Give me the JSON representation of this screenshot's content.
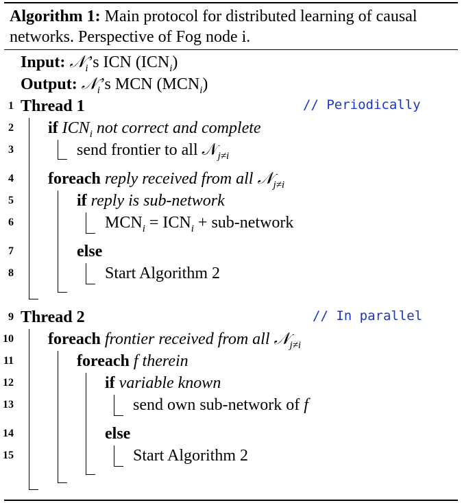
{
  "caption": {
    "label": "Algorithm 1:",
    "text": "Main protocol for distributed learning of causal networks. Perspective of Fog node i."
  },
  "io": {
    "input_kw": "Input:",
    "input_text": "𝒩",
    "input_sub": "i",
    "input_rest": "’s ICN (ICN",
    "input_sub2": "i",
    "input_close": ")",
    "output_kw": "Output:",
    "output_text": "𝒩",
    "output_sub": "i",
    "output_rest": "’s MCN (MCN",
    "output_sub2": "i",
    "output_close": ")"
  },
  "lines": {
    "l1": {
      "num": "1",
      "kw": "Thread 1",
      "comment": "// Periodically"
    },
    "l2": {
      "num": "2",
      "kw": "if",
      "cond": "ICN",
      "sub": "i",
      "rest": " not correct and complete"
    },
    "l3": {
      "num": "3",
      "text": "send frontier to all 𝒩",
      "sub": "j≠i"
    },
    "l4": {
      "num": "4",
      "kw": "foreach",
      "cond": "reply received from all 𝒩",
      "sub": "j≠i"
    },
    "l5": {
      "num": "5",
      "kw": "if",
      "cond": "reply is sub-network"
    },
    "l6": {
      "num": "6",
      "a": "MCN",
      "a_sub": "i",
      "mid": " = ICN",
      "b_sub": "i",
      "rest": " + sub-network"
    },
    "l7": {
      "num": "7",
      "kw": "else"
    },
    "l8": {
      "num": "8",
      "text": "Start Algorithm 2"
    },
    "l9": {
      "num": "9",
      "kw": "Thread 2",
      "comment": "// In parallel"
    },
    "l10": {
      "num": "10",
      "kw": "foreach",
      "cond": "frontier received from all 𝒩",
      "sub": "j≠i"
    },
    "l11": {
      "num": "11",
      "kw": "foreach",
      "var": "f",
      "cond": " therein"
    },
    "l12": {
      "num": "12",
      "kw": "if",
      "cond": "variable known"
    },
    "l13": {
      "num": "13",
      "text": "send own sub-network of ",
      "var": "f"
    },
    "l14": {
      "num": "14",
      "kw": "else"
    },
    "l15": {
      "num": "15",
      "text": "Start Algorithm 2"
    }
  }
}
